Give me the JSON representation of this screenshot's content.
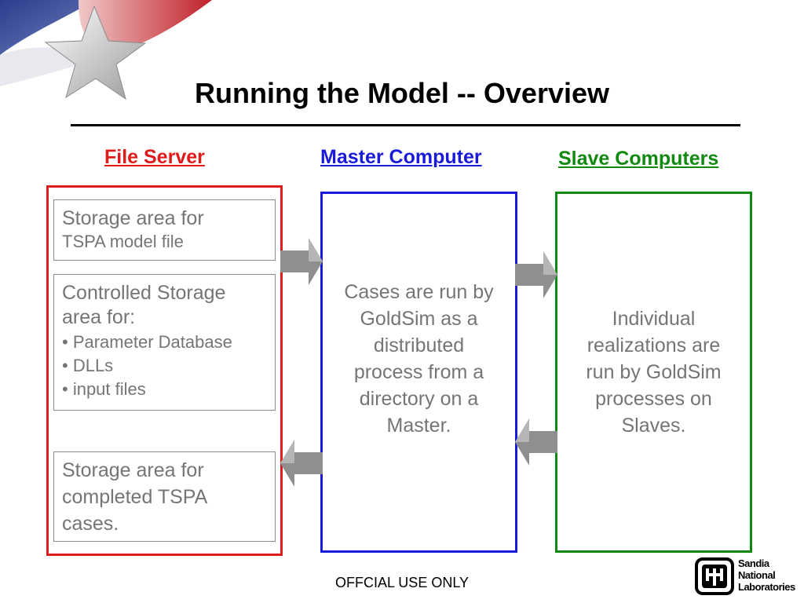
{
  "title": "Running the Model -- Overview",
  "columns": {
    "file_server": {
      "label": "File Server",
      "color": "#e01b1b"
    },
    "master": {
      "label": "Master Computer",
      "color": "#1a1adb"
    },
    "slaves": {
      "label": "Slave Computers",
      "color": "#128a12"
    }
  },
  "file_server_boxes": {
    "tspa_storage": {
      "line1": "Storage area for",
      "line2": "TSPA model file"
    },
    "controlled_storage": {
      "heading1": "Controlled Storage",
      "heading2": "area for:",
      "bullets": [
        "• Parameter Database",
        "• DLLs",
        "• input files"
      ]
    },
    "completed_storage": {
      "lines": [
        "Storage area for",
        "completed TSPA",
        "cases."
      ]
    }
  },
  "master_text": [
    "Cases are run by",
    "GoldSim as a",
    "distributed",
    "process from a",
    "directory on a",
    "Master."
  ],
  "slave_text": [
    "Individual",
    "realizations are",
    "run by GoldSim",
    "processes on",
    "Slaves."
  ],
  "footer": "OFFCIAL USE ONLY",
  "logo": {
    "words": [
      "Sandia",
      "National",
      "Laboratories"
    ]
  },
  "icons": [
    "star-logo",
    "arrow-right-icon",
    "arrow-left-icon",
    "sandia-logo-icon"
  ]
}
